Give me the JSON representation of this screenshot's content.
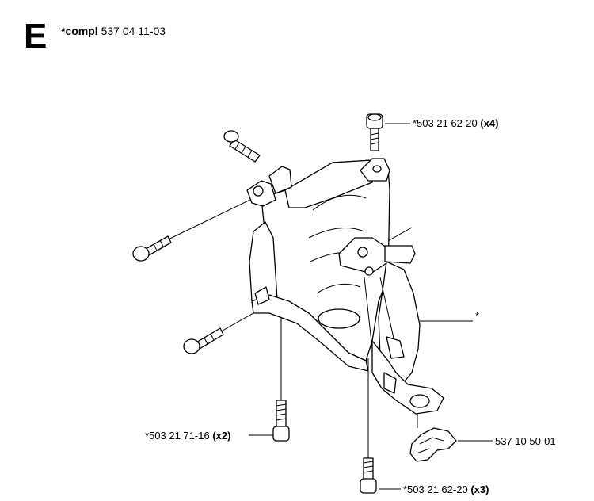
{
  "header": {
    "section_letter": "E",
    "assembly_prefix": "*compl",
    "assembly_number": "537 04 11-03"
  },
  "callouts": {
    "top_screw": {
      "number": "*503 21 62-20",
      "qty": "(x4)"
    },
    "housing": {
      "number": "*"
    },
    "left_bottom_screw": {
      "number": "*503 21 71-16",
      "qty": "(x2)"
    },
    "clip": {
      "number": "537 10 50-01"
    },
    "bottom_screw": {
      "number": "*503 21 62-20",
      "qty": "(x3)"
    }
  }
}
